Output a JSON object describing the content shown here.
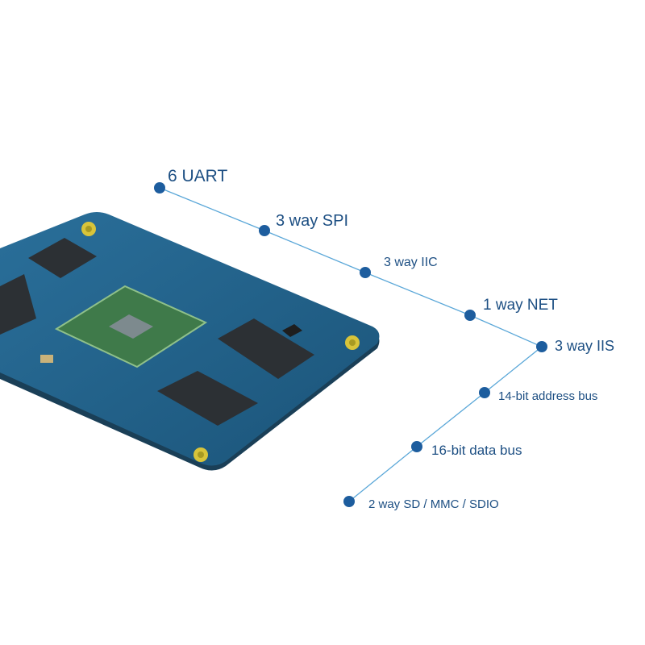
{
  "accent_color": "#1d5d9e",
  "line_color": "#5aa7d8",
  "text_color": "#1d4f83",
  "features": [
    {
      "label": "6 UART"
    },
    {
      "label": "3 way SPI"
    },
    {
      "label": "3 way IIC"
    },
    {
      "label": "1 way NET"
    },
    {
      "label": "3 way IIS"
    },
    {
      "label": "14-bit address bus"
    },
    {
      "label": "16-bit data bus"
    },
    {
      "label": "2 way SD / MMC / SDIO"
    }
  ]
}
